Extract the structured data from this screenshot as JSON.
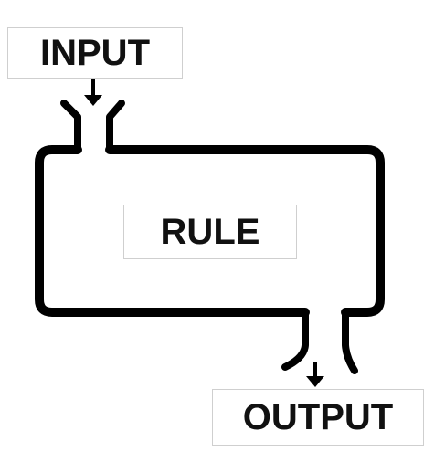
{
  "labels": {
    "input": "INPUT",
    "rule": "RULE",
    "output": "OUTPUT"
  },
  "colors": {
    "stroke": "#000000",
    "text": "#111111",
    "label_border": "#cfcfcf",
    "background": "#ffffff"
  }
}
